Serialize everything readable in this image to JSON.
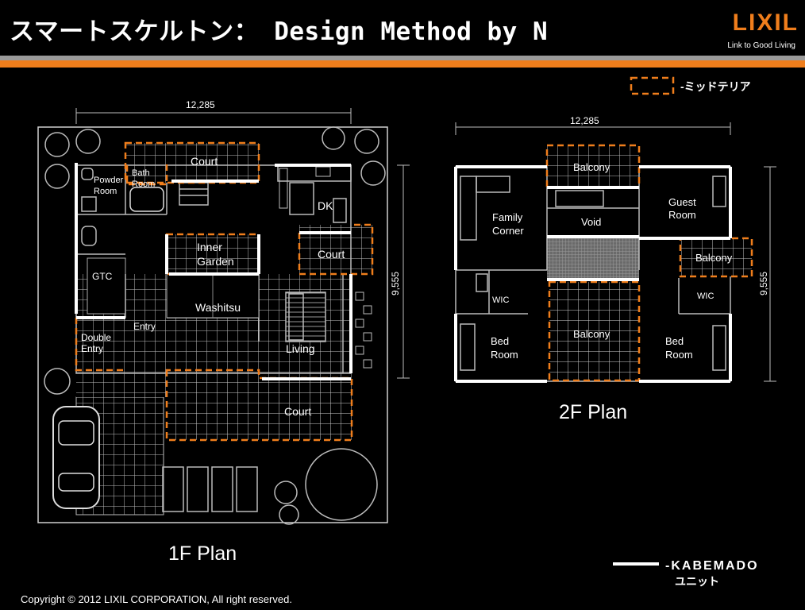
{
  "header": {
    "title": "スマートスケルトン： Design Method  by N",
    "logo_text": "LIXIL",
    "logo_tagline": "Link to Good Living"
  },
  "legend": {
    "midteria_label": "-ミッドテリア",
    "kabemado_label": "-KABEMADO",
    "kabemado_sub": "ユニット"
  },
  "plan_1f": {
    "title": "1F Plan",
    "width_dim": "12,285",
    "depth_dim": "9,555",
    "rooms": {
      "court_top": "Court",
      "powder_line1": "Powder",
      "powder_line2": "Room",
      "bath_line1": "Bath",
      "bath_line2": "Room",
      "dk": "DK",
      "inner_garden_line1": "Inner",
      "inner_garden_line2": "Garden",
      "court_right": "Court",
      "gtc": "GTC",
      "washitsu": "Washitsu",
      "entry": "Entry",
      "double_entry_line1": "Double",
      "double_entry_line2": "Entry",
      "living": "Living",
      "court_bottom": "Court"
    }
  },
  "plan_2f": {
    "title": "2F Plan",
    "width_dim": "12,285",
    "depth_dim": "9,555",
    "rooms": {
      "balcony_top": "Balcony",
      "family_line1": "Family",
      "family_line2": "Corner",
      "void": "Void",
      "guest_line1": "Guest",
      "guest_line2": "Room",
      "balcony_right": "Balcony",
      "wic_left": "WIC",
      "wic_right": "WIC",
      "balcony_center": "Balcony",
      "bed_left_line1": "Bed",
      "bed_left_line2": "Room",
      "bed_right_line1": "Bed",
      "bed_right_line2": "Room"
    }
  },
  "footer": {
    "copyright": "Copyright © 2012 LIXIL CORPORATION, All right reserved."
  },
  "colors": {
    "accent": "#f07e1c",
    "background": "#000000",
    "stripe": "#9a9a9a"
  }
}
